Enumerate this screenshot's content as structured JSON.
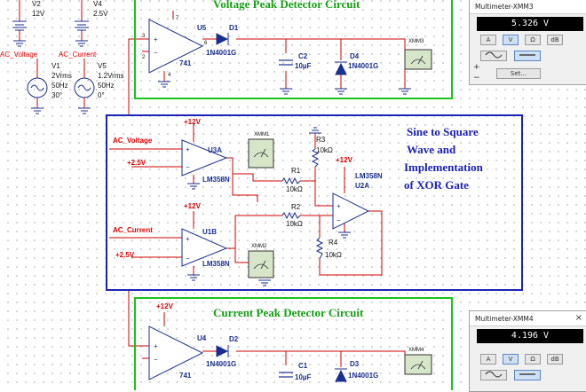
{
  "titles": {
    "voltage_peak": "Voltage Peak Detector Circuit",
    "current_peak": "Current Peak Detector Circuit",
    "sine_square_1": "Sine to Square",
    "sine_square_2": "Wave and",
    "sine_square_3": "Implementation",
    "sine_square_4": "of XOR Gate"
  },
  "sources": {
    "v2_name": "V2",
    "v2_value": "12V",
    "v4_name": "V4",
    "v4_value": "2.5V",
    "v1_net": "AC_Voltage",
    "v1_name": "V1",
    "v1_amp": "2Vrms",
    "v1_freq": "50Hz",
    "v1_phase": "30°",
    "v5_net": "AC_Current",
    "v5_name": "V5",
    "v5_amp": "1.2Vrms",
    "v5_freq": "50Hz",
    "v5_phase": "0°"
  },
  "top_circuit": {
    "opamp_name": "U5",
    "opamp_part": "741",
    "d1_name": "D1",
    "d1_part": "1N4001G",
    "c2_name": "C2",
    "c2_value": "10µF",
    "d4_name": "D4",
    "d4_part": "1N4001G",
    "meter_name": "XMM3",
    "pin_3": "3",
    "pin_2": "2",
    "pin_7": "7",
    "pin_4": "4",
    "pin_6": "6"
  },
  "middle_circuit": {
    "supply1": "+12V",
    "supply2": "+12V",
    "supply3": "+12V",
    "net_voltage": "AC_Voltage",
    "net_current": "AC_Current",
    "ref1": "+2.5V",
    "ref2": "+2.5V",
    "u3a_name": "U3A",
    "u3a_part": "LM358N",
    "u1b_name": "U1B",
    "u1b_part": "LM358N",
    "u2a_name": "U2A",
    "u2a_part": "LM358N",
    "meter1": "XMM1",
    "meter2": "XMM2",
    "r1_name": "R1",
    "r1_value": "10kΩ",
    "r2_name": "R2",
    "r2_value": "10kΩ",
    "r3_name": "R3",
    "r3_value": "10kΩ",
    "r4_name": "R4",
    "r4_value": "10kΩ"
  },
  "bottom_circuit": {
    "supply": "+12V",
    "opamp_name": "U4",
    "opamp_part": "741",
    "d2_name": "D2",
    "d2_part": "1N4001G",
    "c1_name": "C1",
    "c1_value": "10µF",
    "d3_name": "D3",
    "d3_part": "1N4001G",
    "meter_name": "XMM4"
  },
  "multimeter_xmm3": {
    "title": "Multimeter-XMM3",
    "reading": "5.326 V",
    "buttons": [
      "A",
      "V",
      "Ω",
      "dB"
    ],
    "active": "V",
    "set_label": "Set...",
    "plus": "+",
    "minus": "−"
  },
  "multimeter_xmm4": {
    "title": "Multimeter-XMM4",
    "reading": "4.196 V",
    "buttons": [
      "A",
      "V",
      "Ω",
      "dB"
    ],
    "active": "V",
    "close": "×"
  },
  "colors": {
    "wire": "#d00000",
    "component": "#1a2f8f",
    "label_red": "#e00000",
    "frame_green": "#19c319",
    "frame_blue": "#1c23b8",
    "title_green": "#16a016",
    "title_blue": "#1c23b8"
  }
}
